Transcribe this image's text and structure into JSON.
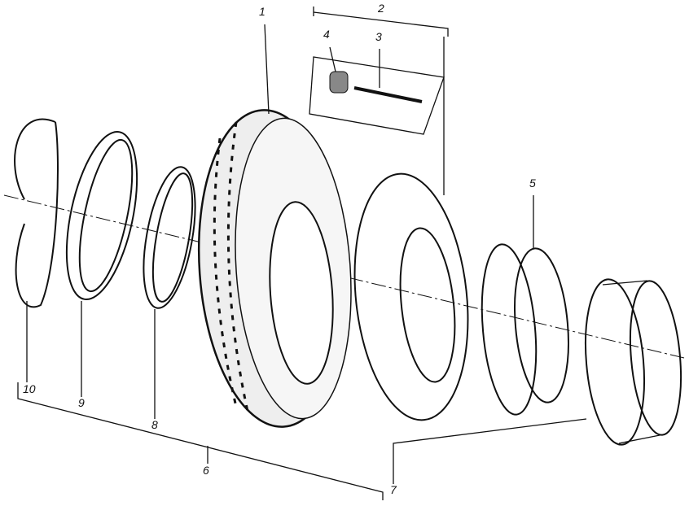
{
  "diagram": {
    "title": "Exploded view of wheel and tyre assembly",
    "callouts": [
      "1",
      "2",
      "3",
      "4",
      "5",
      "6",
      "7",
      "8",
      "9",
      "10"
    ]
  }
}
